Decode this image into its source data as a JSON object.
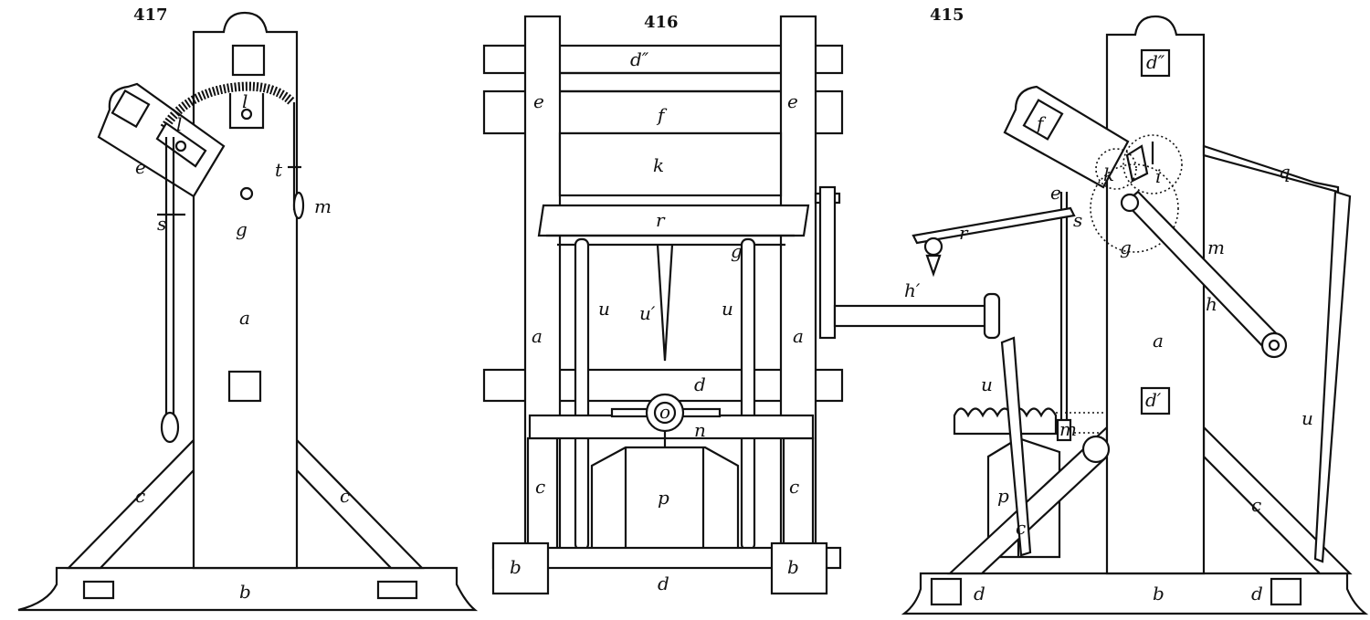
{
  "figures": [
    {
      "number": "417",
      "labels": {
        "e": "e",
        "l1": "l",
        "l2": "l",
        "t": "t",
        "s": "s",
        "g": "g",
        "m": "m",
        "a": "a",
        "c1": "c",
        "c2": "c",
        "b": "b"
      }
    },
    {
      "number": "416",
      "labels": {
        "d2": "d″",
        "e1": "e",
        "e2": "e",
        "f": "f",
        "k": "k",
        "r": "r",
        "g": "g",
        "u_prime": "u′",
        "u1": "u",
        "u2": "u",
        "a1": "a",
        "a2": "a",
        "d": "d",
        "o": "o",
        "n": "n",
        "c1": "c",
        "c2": "c",
        "p": "p",
        "b1": "b",
        "b2": "b",
        "d_base": "d",
        "h_prime": "h′"
      }
    },
    {
      "number": "415",
      "labels": {
        "d2": "d″",
        "f": "f",
        "i": "i",
        "e": "e",
        "k": "k",
        "q": "q",
        "r": "r",
        "s": "s",
        "g": "g",
        "m": "m",
        "h": "h",
        "a": "a",
        "u1": "u",
        "u2": "u",
        "d1": "d′",
        "m2": "m",
        "p": "p",
        "c1": "c",
        "c2": "c",
        "d_left": "d",
        "b": "b",
        "d_right": "d"
      }
    }
  ]
}
